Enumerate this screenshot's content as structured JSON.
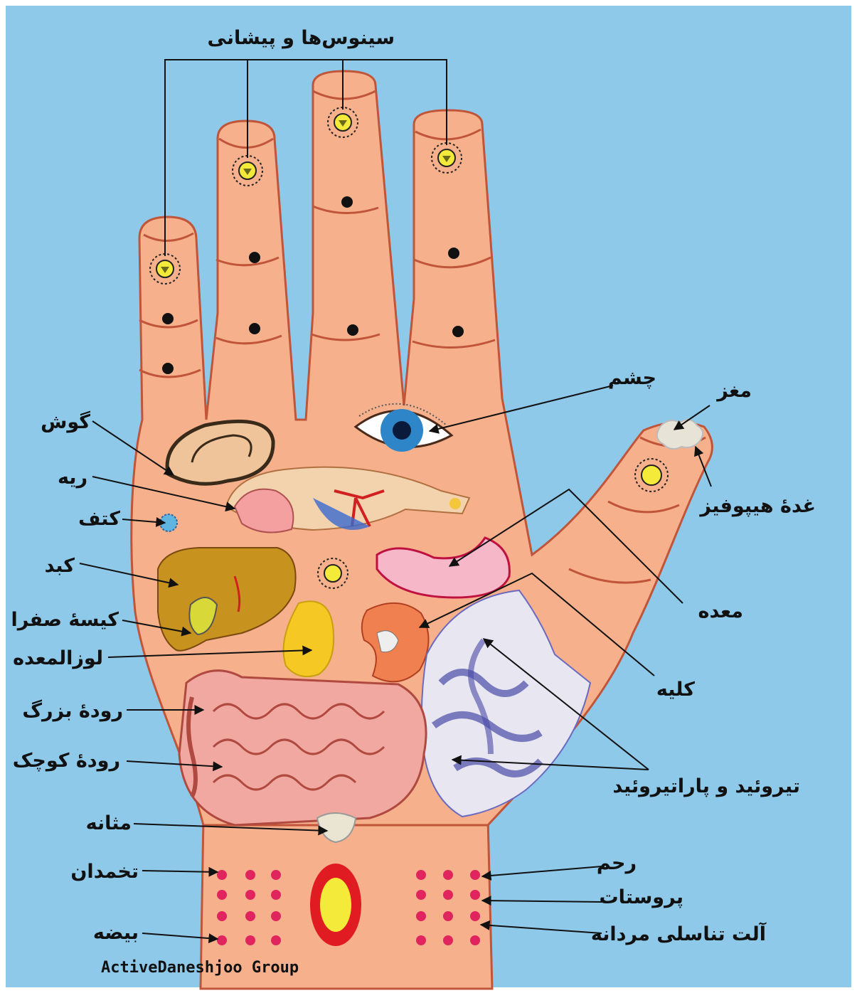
{
  "colors": {
    "background": "#8fc9ea",
    "skin": "#f6b08c",
    "outline": "#c0553a",
    "dot": "#111111",
    "point_yellow": "#f4ea3a",
    "magenta_dot": "#e0245e",
    "wrist_ring_red": "#e11b22"
  },
  "labels": {
    "sinus": "سینوس‌ها و پیشانی",
    "eye": "چشم",
    "brain": "مغز",
    "ear": "گوش",
    "pituitary": "غدهٔ هیپوفیز",
    "lung": "ریه",
    "shoulder": "کتف",
    "liver": "کبد",
    "stomach": "معده",
    "gallbladder": "کیسهٔ صفرا",
    "pancreas": "لوزالمعده",
    "kidney": "کلیه",
    "large_intestine": "رودهٔ بزرگ",
    "small_intestine": "رودهٔ کوچک",
    "thyroid": "تیروئید و پاراتیروئید",
    "bladder": "مثانه",
    "uterus": "رحم",
    "ovary": "تخمدان",
    "prostate": "پروستات",
    "testis": "بیضه",
    "male_genitals": "آلت تناسلی مردانه"
  },
  "credit": "ActiveDaneshjoo Group"
}
